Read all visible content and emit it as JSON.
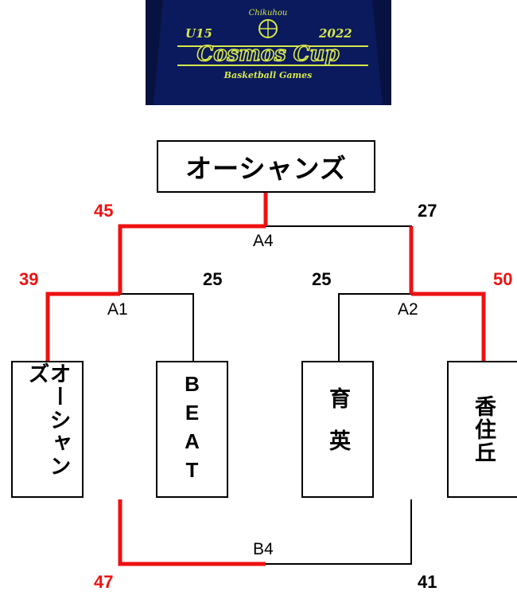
{
  "banner": {
    "top_text": "Chikuhou",
    "left_text": "U15",
    "right_text": "2022",
    "title": "Cosmos Cup",
    "subtitle": "Basketball Games"
  },
  "colors": {
    "winner_line": "#ee1111",
    "loser_line": "#000000",
    "banner_bg": "#0b1a5c",
    "banner_text": "#d8e84a"
  },
  "champion": "オーシャンズ",
  "teams": [
    "オーシャンズ",
    "BEAT",
    "育英",
    "香住丘"
  ],
  "matches": {
    "final": {
      "label": "A4",
      "left_score": "45",
      "right_score": "27"
    },
    "semi_left": {
      "label": "A1",
      "left_score": "39",
      "right_score": "25"
    },
    "semi_right": {
      "label": "A2",
      "left_score": "25",
      "right_score": "50"
    },
    "consolation": {
      "label": "B4",
      "left_score": "47",
      "right_score": "41"
    }
  }
}
